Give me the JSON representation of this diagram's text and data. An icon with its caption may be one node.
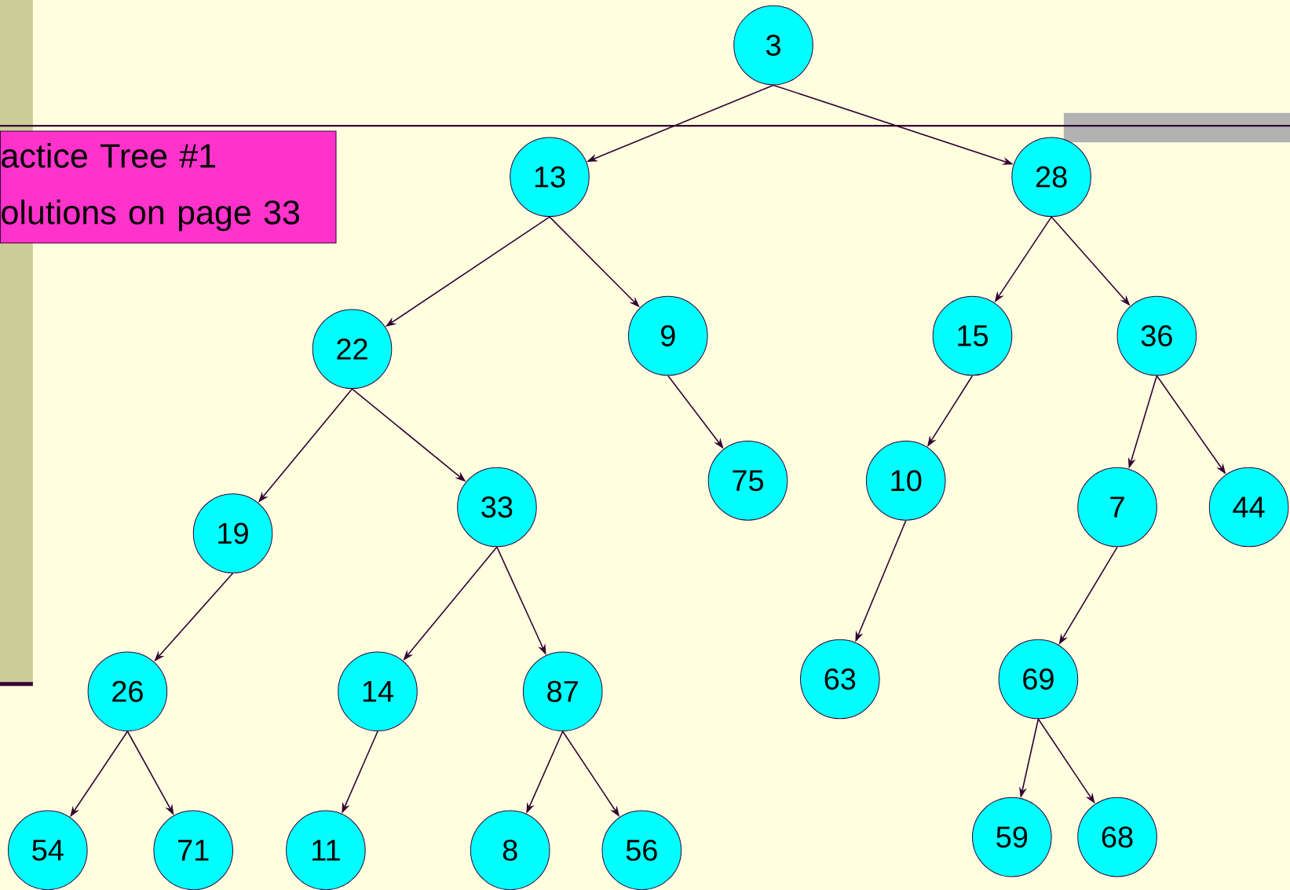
{
  "diagram": {
    "nodes": [
      {
        "text": [
          "3"
        ]
      },
      {
        "text": [
          "13"
        ]
      },
      {
        "text": [
          "28"
        ]
      },
      {
        "text": [
          "22"
        ]
      },
      {
        "text": [
          "9"
        ]
      },
      {
        "text": [
          "15"
        ]
      },
      {
        "text": [
          "36"
        ]
      },
      {
        "text": [
          "19"
        ]
      },
      {
        "text": [
          "33"
        ]
      },
      {
        "text": [
          "75"
        ]
      },
      {
        "text": [
          "10"
        ]
      },
      {
        "text": [
          "7"
        ]
      },
      {
        "text": [
          "44"
        ]
      },
      {
        "text": [
          "26"
        ]
      },
      {
        "text": [
          "14"
        ]
      },
      {
        "text": [
          "87"
        ]
      },
      {
        "text": [
          "63"
        ]
      },
      {
        "text": [
          "69"
        ]
      },
      {
        "text": [
          "54"
        ]
      },
      {
        "text": [
          "71"
        ]
      },
      {
        "text": [
          "11"
        ]
      },
      {
        "text": [
          "8"
        ]
      },
      {
        "text": [
          "56"
        ]
      },
      {
        "text": [
          "59"
        ]
      },
      {
        "text": [
          "68"
        ]
      },
      {
        "text": [
          "actice Tree #1",
          "olutions on page 33"
        ]
      }
    ],
    "edges": [
      {
        "from": 0,
        "to": 1,
        "arrow": "to"
      },
      {
        "from": 0,
        "to": 2,
        "arrow": "to"
      },
      {
        "from": 1,
        "to": 3,
        "arrow": "to"
      },
      {
        "from": 1,
        "to": 4,
        "arrow": "to"
      },
      {
        "from": 2,
        "to": 5,
        "arrow": "to"
      },
      {
        "from": 2,
        "to": 6,
        "arrow": "to"
      },
      {
        "from": 3,
        "to": 7,
        "arrow": "to"
      },
      {
        "from": 3,
        "to": 8,
        "arrow": "to"
      },
      {
        "from": 4,
        "to": 9,
        "arrow": "to"
      },
      {
        "from": 5,
        "to": 10,
        "arrow": "to"
      },
      {
        "from": 6,
        "to": 11,
        "arrow": "to"
      },
      {
        "from": 6,
        "to": 12,
        "arrow": "to"
      },
      {
        "from": 7,
        "to": 13,
        "arrow": "to"
      },
      {
        "from": 8,
        "to": 14,
        "arrow": "to"
      },
      {
        "from": 8,
        "to": 15,
        "arrow": "to"
      },
      {
        "from": 10,
        "to": 16,
        "arrow": "to"
      },
      {
        "from": 11,
        "to": 17,
        "arrow": "to"
      },
      {
        "from": 13,
        "to": 18,
        "arrow": "to"
      },
      {
        "from": 13,
        "to": 19,
        "arrow": "to"
      },
      {
        "from": 14,
        "to": 20,
        "arrow": "to"
      },
      {
        "from": 15,
        "to": 21,
        "arrow": "to"
      },
      {
        "from": 15,
        "to": 22,
        "arrow": "to"
      },
      {
        "from": 17,
        "to": 23,
        "arrow": "to"
      },
      {
        "from": 17,
        "to": 24,
        "arrow": "to"
      }
    ]
  }
}
